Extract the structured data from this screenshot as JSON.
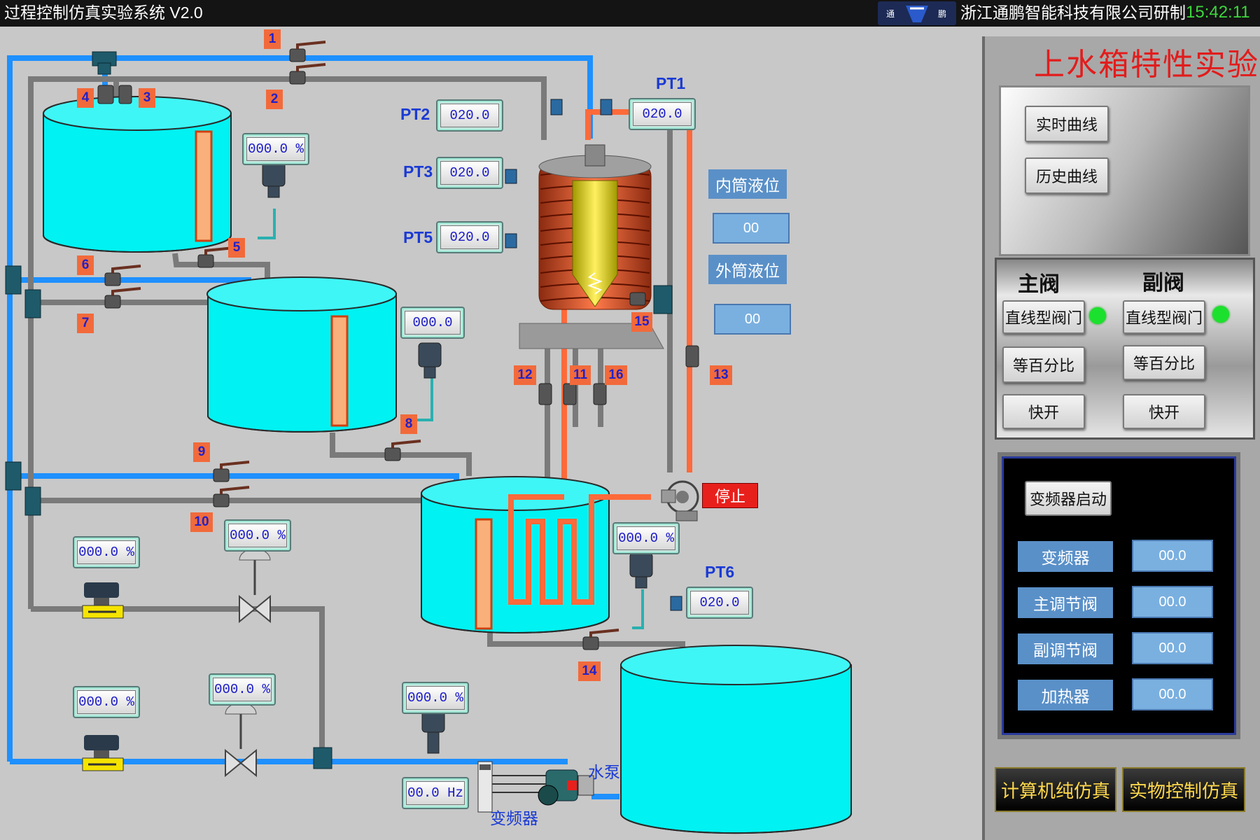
{
  "window": {
    "title": "过程控制仿真实验系统 V2.0",
    "company": "浙江通鹏智能科技有限公司研制",
    "clock": "15:42:11",
    "logo_text": [
      "通",
      "鹏"
    ]
  },
  "valve_tags": [
    "1",
    "2",
    "3",
    "4",
    "5",
    "6",
    "7",
    "8",
    "9",
    "10",
    "11",
    "12",
    "13",
    "14",
    "15",
    "16"
  ],
  "pressure": {
    "pt1": {
      "label": "PT1",
      "value": "020.0"
    },
    "pt2": {
      "label": "PT2",
      "value": "020.0"
    },
    "pt3": {
      "label": "PT3",
      "value": "020.0"
    },
    "pt5": {
      "label": "PT5",
      "value": "020.0"
    },
    "pt6": {
      "label": "PT6",
      "value": "020.0"
    }
  },
  "level": {
    "upper_tank": "000.0 %",
    "middle_tank": "000.0",
    "lower_tank": "000.0 %",
    "flow_left_upper": "000.0 %",
    "flow_left_lower": "000.0 %",
    "valve_upper": "000.0 %",
    "valve_lower": "000.0 %",
    "pump_pressure": "000.0 %",
    "freq": "00.0 Hz"
  },
  "boiler": {
    "inner_label": "内筒液位",
    "inner_value": "00",
    "outer_label": "外筒液位",
    "outer_value": "00"
  },
  "pump": {
    "status": "停止",
    "water_pump": "水泵",
    "inverter": "变频器"
  },
  "panel": {
    "title": "上水箱特性实验",
    "realtime_curve": "实时曲线",
    "history_curve": "历史曲线",
    "main_valve": "主阀",
    "sub_valve": "副阀",
    "main_types": [
      "直线型阀门",
      "等百分比",
      "快开"
    ],
    "sub_types": [
      "直线型阀门",
      "等百分比",
      "快开"
    ],
    "inverter_start": "变频器启动",
    "rows": [
      {
        "label": "变频器",
        "value": "00.0"
      },
      {
        "label": "主调节阀",
        "value": "00.0"
      },
      {
        "label": "副调节阀",
        "value": "00.0"
      },
      {
        "label": "加热器",
        "value": "00.0"
      }
    ],
    "computer_sim": "计算机纯仿真",
    "physical_sim": "实物控制仿真"
  },
  "colors": {
    "water": "#00f2f2",
    "pipe_blue": "#1e90ff",
    "pipe_gray": "#7a7a7a",
    "pipe_orange": "#ff6a3a",
    "background": "#c8c8c8",
    "stop_red": "#e8201c",
    "indicator_green": "#1ce02e"
  }
}
